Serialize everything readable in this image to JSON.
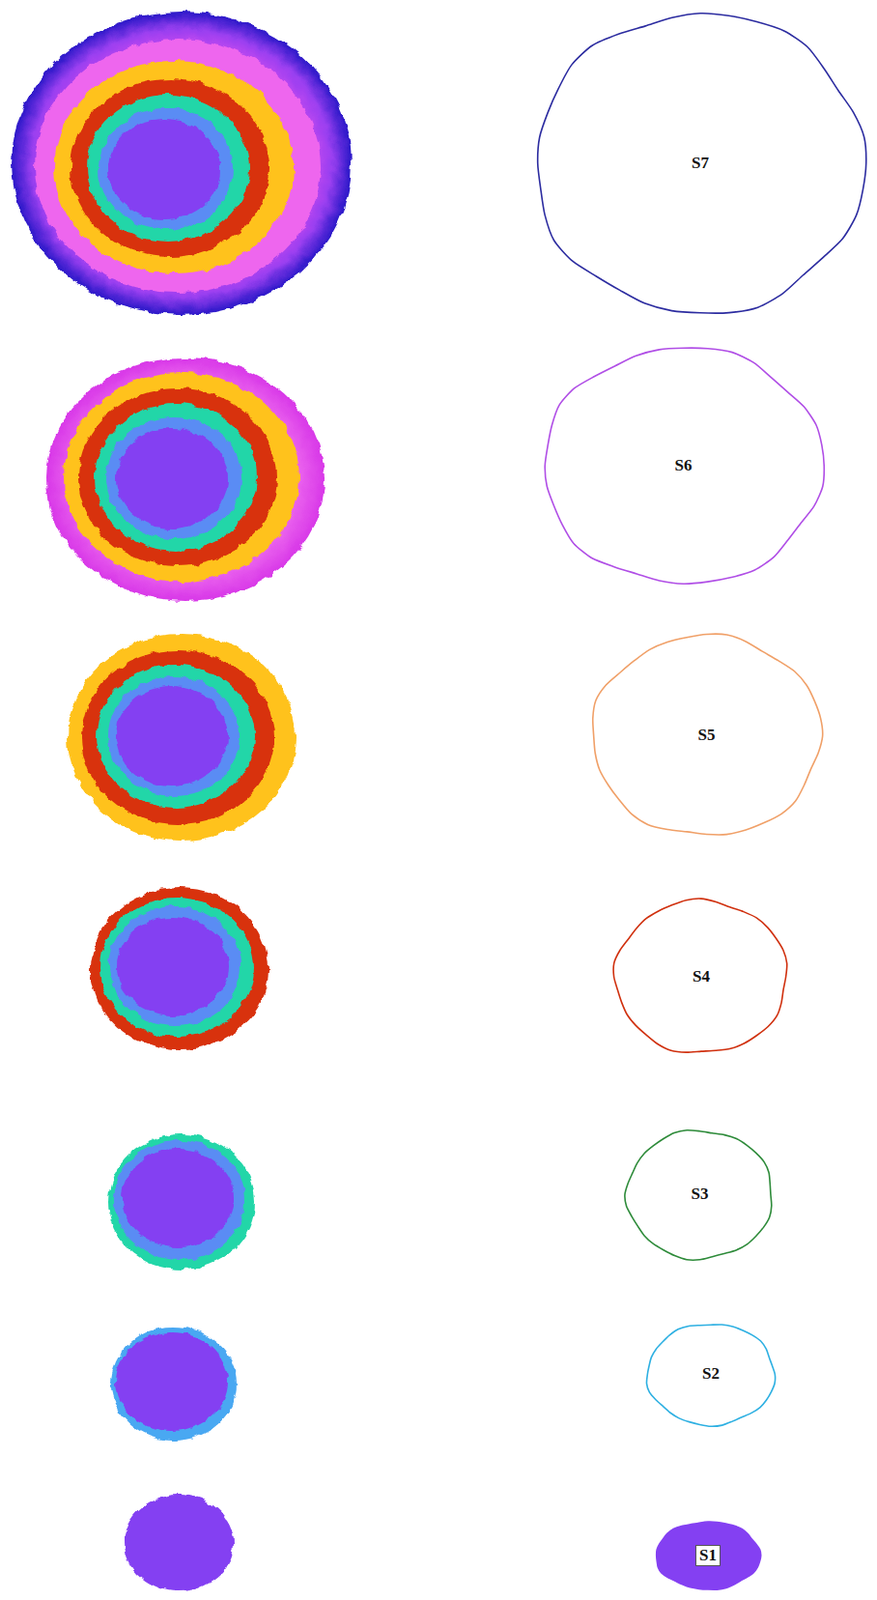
{
  "diagram": {
    "nodes": [
      {
        "text": [
          "S7"
        ]
      },
      {
        "text": [
          "S6"
        ]
      },
      {
        "text": [
          "S5"
        ]
      },
      {
        "text": [
          "S4"
        ]
      },
      {
        "text": [
          "S3"
        ]
      },
      {
        "text": [
          "S2"
        ]
      },
      {
        "text": [
          "S1"
        ]
      }
    ]
  }
}
